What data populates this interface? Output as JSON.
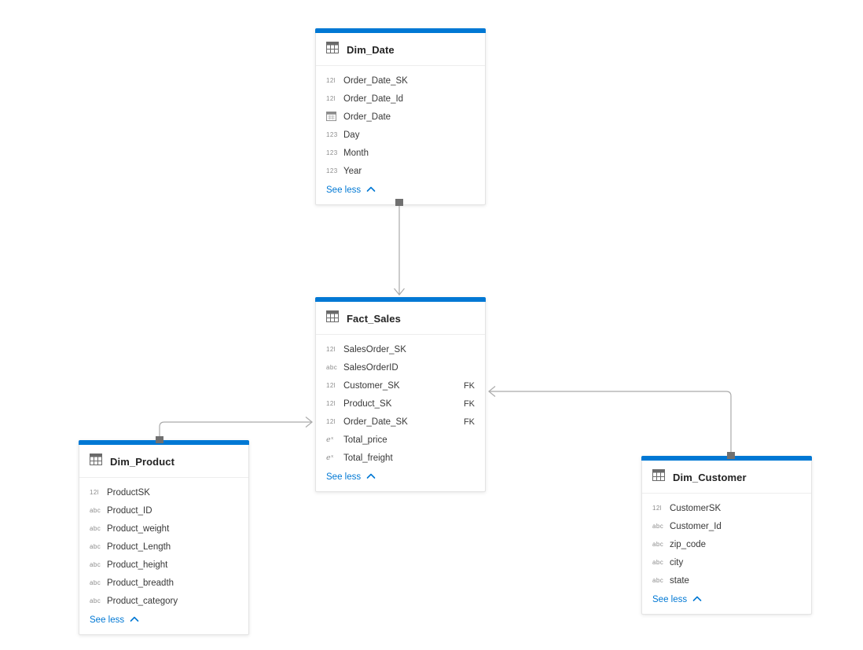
{
  "diagram": {
    "see_less_label": "See less",
    "colors": {
      "accent_bar": "#0078d4",
      "link_text": "#0078d4",
      "connector": "#ababab",
      "anchor_square": "#707070",
      "card_border": "#e4e4e4",
      "title_text": "#232323",
      "field_text": "#383838"
    },
    "type_icon_glyphs": {
      "bigint": "12l",
      "int": "123",
      "string": "abc",
      "double": "eˣ",
      "date": "calendar"
    },
    "tables": [
      {
        "name": "Dim_Date",
        "fields": [
          {
            "type": "bigint",
            "name": "Order_Date_SK"
          },
          {
            "type": "bigint",
            "name": "Order_Date_Id"
          },
          {
            "type": "date",
            "name": "Order_Date"
          },
          {
            "type": "int",
            "name": "Day"
          },
          {
            "type": "int",
            "name": "Month"
          },
          {
            "type": "int",
            "name": "Year"
          }
        ]
      },
      {
        "name": "Fact_Sales",
        "fields": [
          {
            "type": "bigint",
            "name": "SalesOrder_SK"
          },
          {
            "type": "string",
            "name": "SalesOrderID"
          },
          {
            "type": "bigint",
            "name": "Customer_SK",
            "badge": "FK"
          },
          {
            "type": "bigint",
            "name": "Product_SK",
            "badge": "FK"
          },
          {
            "type": "bigint",
            "name": "Order_Date_SK",
            "badge": "FK"
          },
          {
            "type": "double",
            "name": "Total_price"
          },
          {
            "type": "double",
            "name": "Total_freight"
          }
        ]
      },
      {
        "name": "Dim_Product",
        "fields": [
          {
            "type": "bigint",
            "name": "ProductSK"
          },
          {
            "type": "string",
            "name": "Product_ID"
          },
          {
            "type": "string",
            "name": "Product_weight"
          },
          {
            "type": "string",
            "name": "Product_Length"
          },
          {
            "type": "string",
            "name": "Product_height"
          },
          {
            "type": "string",
            "name": "Product_breadth"
          },
          {
            "type": "string",
            "name": "Product_category"
          }
        ]
      },
      {
        "name": "Dim_Customer",
        "fields": [
          {
            "type": "bigint",
            "name": "CustomerSK"
          },
          {
            "type": "string",
            "name": "Customer_Id"
          },
          {
            "type": "string",
            "name": "zip_code"
          },
          {
            "type": "string",
            "name": "city"
          },
          {
            "type": "string",
            "name": "state"
          }
        ]
      }
    ],
    "relationships": [
      {
        "from": "Dim_Date",
        "to": "Fact_Sales"
      },
      {
        "from": "Dim_Product",
        "to": "Fact_Sales"
      },
      {
        "from": "Dim_Customer",
        "to": "Fact_Sales"
      }
    ]
  }
}
